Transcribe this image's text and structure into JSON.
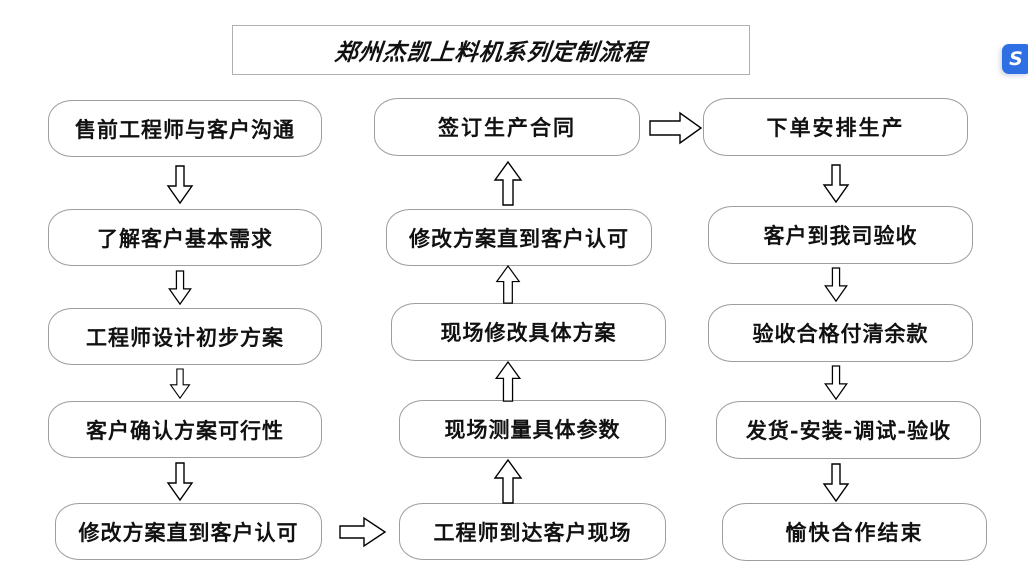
{
  "title": {
    "text": "郑州杰凯上料机系列定制流程"
  },
  "badge": {
    "glyph": "S",
    "color": "#2f6fe4"
  },
  "colors": {
    "node_border": "#9e9e9e",
    "title_border": "#b0b0b0",
    "text": "#111111",
    "arrow_stroke": "#000000",
    "background": "#ffffff"
  },
  "columns": [
    {
      "id": "column-1",
      "direction": "down",
      "nodes": [
        {
          "id": "node-presales-communication",
          "label": "售前工程师与客户沟通"
        },
        {
          "id": "node-understand-basic-needs",
          "label": "了解客户基本需求"
        },
        {
          "id": "node-engineer-initial-plan",
          "label": "工程师设计初步方案"
        },
        {
          "id": "node-customer-confirm-feasibility",
          "label": "客户确认方案可行性"
        },
        {
          "id": "node-revise-until-approved-1",
          "label": "修改方案直到客户认可"
        }
      ]
    },
    {
      "id": "column-2",
      "direction": "up",
      "nodes": [
        {
          "id": "node-sign-production-contract",
          "label": "签订生产合同"
        },
        {
          "id": "node-revise-until-approved-2",
          "label": "修改方案直到客户认可"
        },
        {
          "id": "node-onsite-revise-plan",
          "label": "现场修改具体方案"
        },
        {
          "id": "node-onsite-measure-params",
          "label": "现场测量具体参数"
        },
        {
          "id": "node-engineer-arrives-onsite",
          "label": "工程师到达客户现场"
        }
      ]
    },
    {
      "id": "column-3",
      "direction": "down",
      "nodes": [
        {
          "id": "node-place-order-arrange-production",
          "label": "下单安排生产"
        },
        {
          "id": "node-customer-inspection-at-our-company",
          "label": "客户到我司验收"
        },
        {
          "id": "node-pay-balance-after-acceptance",
          "label": "验收合格付清余款"
        },
        {
          "id": "node-ship-install-debug-accept",
          "label": "发货-安装-调试-验收"
        },
        {
          "id": "node-happy-cooperation-end",
          "label": "愉快合作结束"
        }
      ]
    }
  ],
  "connectors": [
    {
      "id": "arrow-c1-1",
      "icon": "arrow-down-icon",
      "direction": "down"
    },
    {
      "id": "arrow-c1-2",
      "icon": "arrow-down-icon",
      "direction": "down"
    },
    {
      "id": "arrow-c1-3",
      "icon": "arrow-down-icon",
      "direction": "down"
    },
    {
      "id": "arrow-c1-4",
      "icon": "arrow-down-icon",
      "direction": "down"
    },
    {
      "id": "arrow-c1-to-c2",
      "icon": "arrow-right-icon",
      "direction": "right"
    },
    {
      "id": "arrow-c2-1",
      "icon": "arrow-up-icon",
      "direction": "up"
    },
    {
      "id": "arrow-c2-2",
      "icon": "arrow-up-icon",
      "direction": "up"
    },
    {
      "id": "arrow-c2-3",
      "icon": "arrow-up-icon",
      "direction": "up"
    },
    {
      "id": "arrow-c2-4",
      "icon": "arrow-up-icon",
      "direction": "up"
    },
    {
      "id": "arrow-c2-to-c3",
      "icon": "arrow-right-icon",
      "direction": "right"
    },
    {
      "id": "arrow-c3-1",
      "icon": "arrow-down-icon",
      "direction": "down"
    },
    {
      "id": "arrow-c3-2",
      "icon": "arrow-down-icon",
      "direction": "down"
    },
    {
      "id": "arrow-c3-3",
      "icon": "arrow-down-icon",
      "direction": "down"
    },
    {
      "id": "arrow-c3-4",
      "icon": "arrow-down-icon",
      "direction": "down"
    }
  ]
}
